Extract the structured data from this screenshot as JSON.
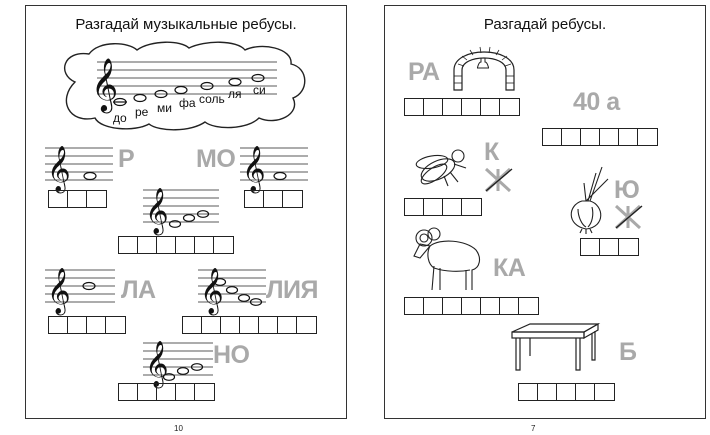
{
  "left_page": {
    "title": "Разгадай музыкальные ребусы.",
    "page_number": "10",
    "note_names": [
      "до",
      "ре",
      "ми",
      "фа",
      "соль",
      "ля",
      "си"
    ],
    "puzzles": [
      {
        "syllable": "Р",
        "answer_cells": 3
      },
      {
        "syllable": "МО",
        "answer_cells": 3
      },
      {
        "syllable": "",
        "answer_cells": 6
      },
      {
        "syllable": "ЛА",
        "answer_cells": 4
      },
      {
        "syllable": "ЛИЯ",
        "answer_cells": 7
      },
      {
        "syllable": "НО",
        "answer_cells": 5
      }
    ]
  },
  "right_page": {
    "title": "Разгадай ребусы.",
    "page_number": "7",
    "puzzles": [
      {
        "syllable": "РА",
        "picture": "arch-with-bell",
        "answer_cells": 6
      },
      {
        "syllable": "40 а",
        "picture": "",
        "answer_cells": 6
      },
      {
        "syllable": "К",
        "picture": "fly",
        "answer_cells": 4
      },
      {
        "syllable": "Ю",
        "picture": "onion",
        "answer_cells": 3
      },
      {
        "syllable": "КА",
        "picture": "ram",
        "answer_cells": 7
      },
      {
        "syllable": "Б",
        "picture": "table",
        "answer_cells": 5
      }
    ]
  },
  "colors": {
    "syllable_gray": "#a9a9a9",
    "line": "#222222"
  }
}
